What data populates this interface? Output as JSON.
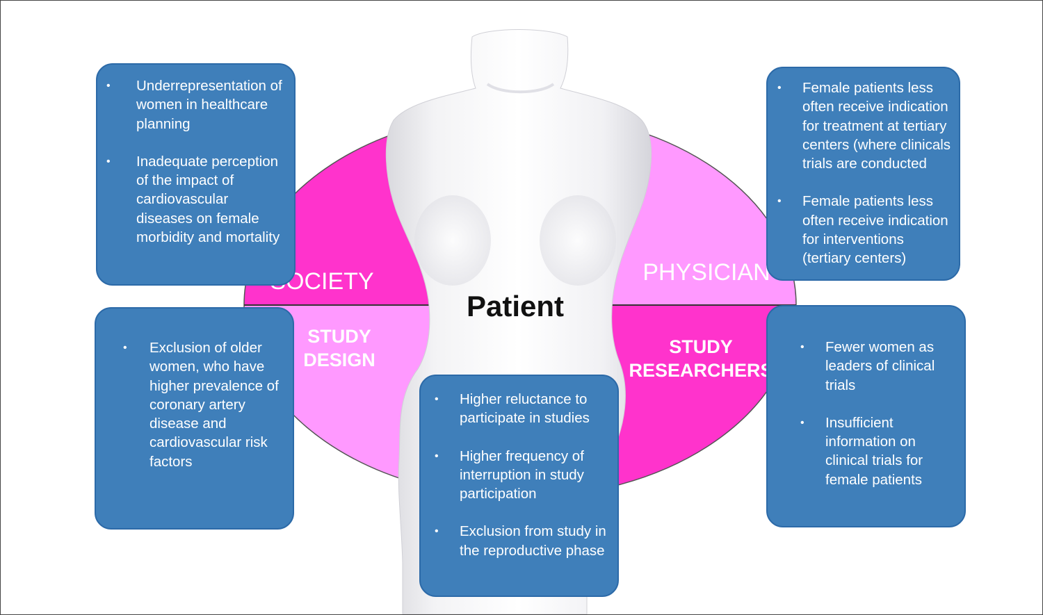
{
  "colors": {
    "box_fill": "#3f7fba",
    "box_border": "#2c6aa8",
    "segment_dark": "#ff33cc",
    "segment_light": "#ff99ff",
    "mannequin": "#f2f2f4",
    "text_dark": "#111111"
  },
  "center": {
    "title": "Patient"
  },
  "segments": {
    "society": "SOCIETY",
    "physician": "PHYSICIAN",
    "study_design": [
      "STUDY",
      "DESIGN"
    ],
    "study_researchers": [
      "STUDY",
      "RESEARCHERS"
    ]
  },
  "boxes": {
    "society": {
      "items": [
        "Underrepresentation of women in healthcare planning",
        "Inadequate perception of the impact of cardiovascular diseases on female morbidity and mortality"
      ]
    },
    "physician": {
      "items": [
        "Female patients less often receive indication for treatment at tertiary centers (where clinicals trials are conducted",
        "Female patients less often receive indication for interventions (tertiary centers)"
      ]
    },
    "study_design": {
      "items": [
        "Exclusion of older women, who have higher prevalence of coronary artery disease and cardiovascular risk factors"
      ]
    },
    "study_researchers": {
      "items": [
        "Fewer women as leaders of clinical trials",
        "Insufficient information on clinical trials for female patients"
      ]
    },
    "patient": {
      "items": [
        "Higher reluctance to participate in studies",
        "Higher frequency of interruption in study participation",
        "Exclusion from study in the reproductive phase"
      ]
    }
  },
  "bullet_char": "•"
}
